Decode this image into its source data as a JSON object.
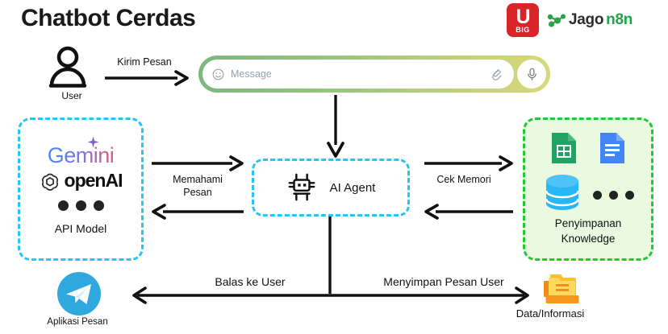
{
  "page": {
    "title": "Chatbot Cerdas",
    "background": "#ffffff"
  },
  "brand": {
    "ubig": {
      "mark": "U",
      "sub": "BIG",
      "color": "#d9252a"
    },
    "jagon8n": {
      "prefix": "Jago",
      "suffix": "n8n",
      "prefix_color": "#2c2c2c",
      "suffix_color": "#22a34a"
    }
  },
  "nodes": {
    "user": {
      "label": "User",
      "icon": "user-icon"
    },
    "message_input": {
      "placeholder": "Message",
      "emoji_icon": "smiley-icon",
      "attach_icon": "paperclip-icon",
      "mic_icon": "microphone-icon",
      "border_gradient_from": "#7cb87f",
      "border_gradient_to": "#d8d97c"
    },
    "api_model": {
      "label": "API Model",
      "gemini": "Gemini",
      "openai": "openAI",
      "dots": 3,
      "border_color": "#29c3f5"
    },
    "ai_agent": {
      "label": "AI Agent",
      "icon": "robot-icon",
      "border_color": "#29c3f5"
    },
    "knowledge": {
      "label_line1": "Penyimpanan",
      "label_line2": "Knowledge",
      "icons": [
        "google-sheets-icon",
        "google-docs-icon",
        "database-icon"
      ],
      "dots": 3,
      "border_color": "#22c932",
      "fill_color": "#e9fae0"
    },
    "telegram": {
      "label": "Aplikasi Pesan",
      "icon": "telegram-icon"
    },
    "data": {
      "label": "Data/Informasi",
      "icon": "folder-icon"
    }
  },
  "arrows": {
    "kirim_pesan": "Kirim Pesan",
    "memahami_pesan": "Memahami\nPesan",
    "memahami_line1": "Memahami",
    "memahami_line2": "Pesan",
    "cek_memori": "Cek Memori",
    "balas_ke_user": "Balas ke User",
    "menyimpan_pesan_user": "Menyimpan Pesan User"
  }
}
